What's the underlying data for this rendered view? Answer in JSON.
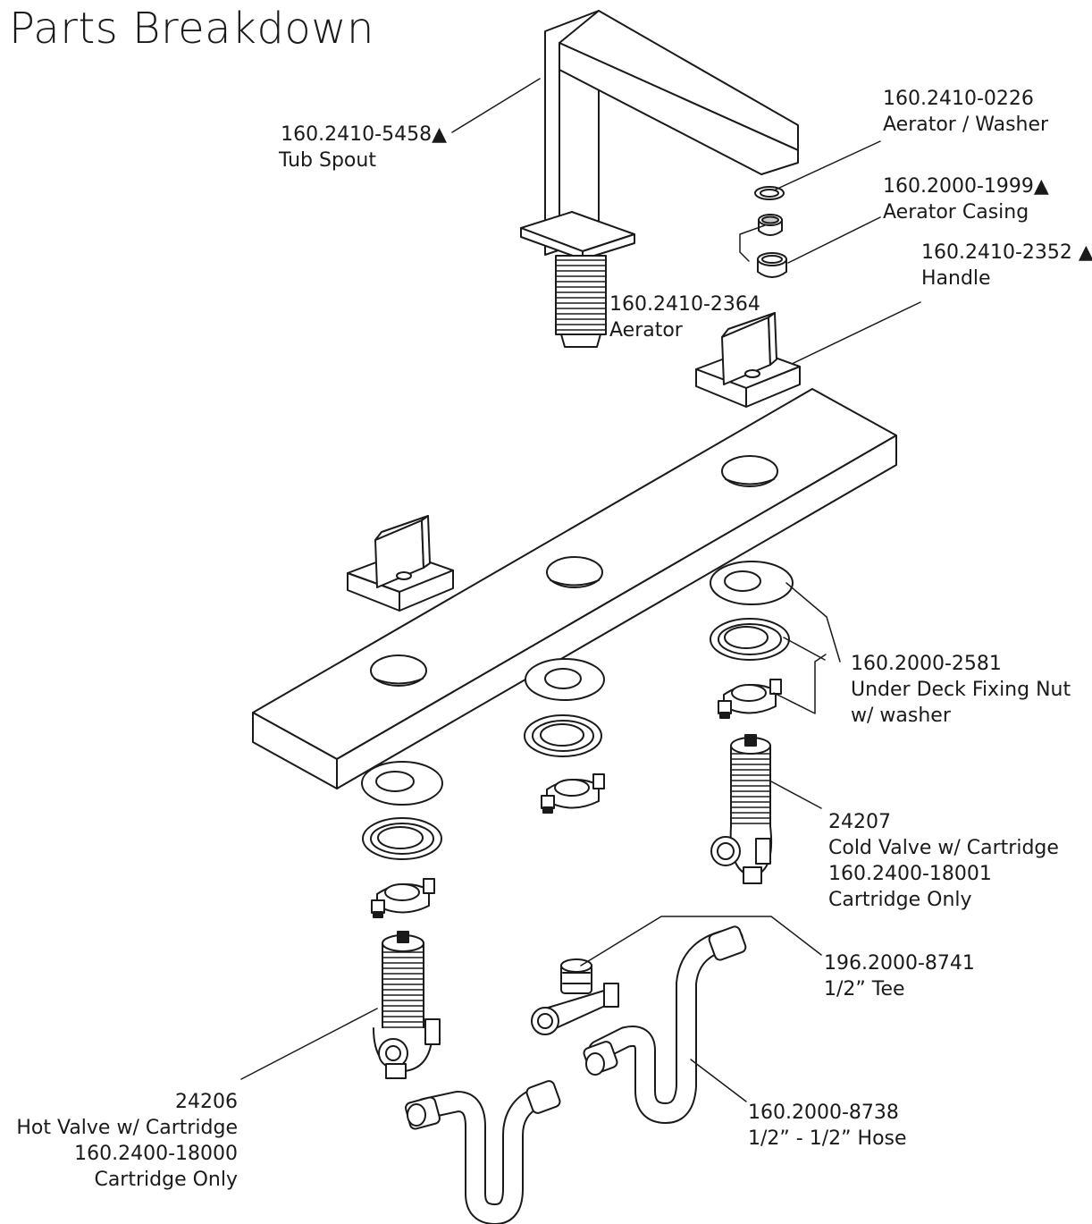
{
  "title": "Parts Breakdown",
  "parts": {
    "tub_spout": {
      "number": "160.2410-5458",
      "mark": "▲",
      "name": "Tub Spout"
    },
    "aerator_washer": {
      "number": "160.2410-0226",
      "mark": "",
      "name": "Aerator / Washer"
    },
    "aerator_casing": {
      "number": "160.2000-1999",
      "mark": "▲",
      "name": "Aerator Casing"
    },
    "handle": {
      "number": "160.2410-2352",
      "mark": " ▲",
      "name": "Handle"
    },
    "aerator": {
      "number": "160.2410-2364",
      "mark": "",
      "name": "Aerator"
    },
    "fixing_nut": {
      "number": "160.2000-2581",
      "mark": "",
      "name": "Under Deck Fixing Nut",
      "name2": "w/ washer"
    },
    "cold_valve": {
      "number": "24207",
      "name": "Cold Valve w/ Cartridge",
      "number2": "160.2400-18001",
      "name2": "Cartridge Only"
    },
    "tee": {
      "number": "196.2000-8741",
      "name": "1/2” Tee"
    },
    "hose": {
      "number": "160.2000-8738",
      "name": "1/2” - 1/2” Hose"
    },
    "hot_valve": {
      "number": "24206",
      "name": "Hot Valve w/ Cartridge",
      "number2": "160.2400-18000",
      "name2": "Cartridge Only"
    }
  }
}
